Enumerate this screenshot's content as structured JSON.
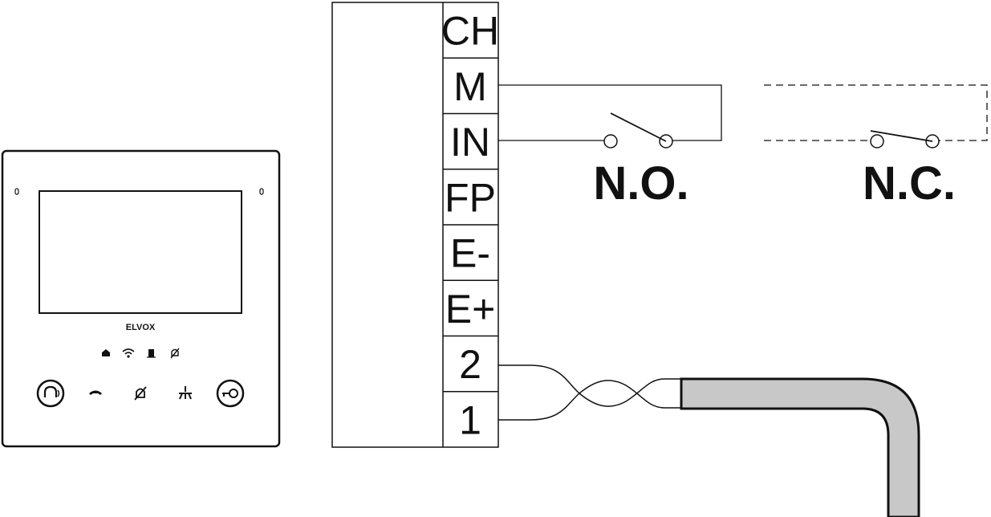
{
  "monitor": {
    "brand_label": "ELVOX",
    "status_icons": [
      "home-icon",
      "wifi-icon",
      "door-icon",
      "mute-icon"
    ],
    "buttons": [
      "intercom-call-icon",
      "handset-icon",
      "mute-bell-icon",
      "light-icon",
      "key-icon"
    ]
  },
  "terminal_block": {
    "terminals": [
      "CH",
      "M",
      "IN",
      "FP",
      "E-",
      "E+",
      "2",
      "1"
    ]
  },
  "contacts": {
    "normally_open_label": "N.O.",
    "normally_closed_label": "N.C."
  },
  "colors": {
    "line": "#111111",
    "cable_fill": "#c8c8c8"
  }
}
